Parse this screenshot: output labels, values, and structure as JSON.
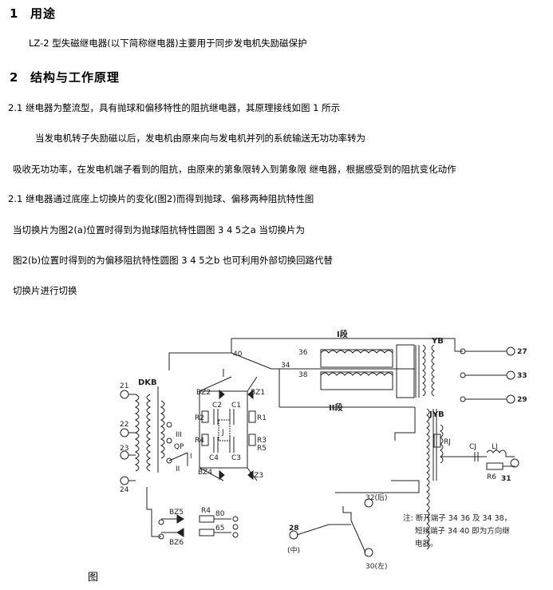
{
  "section1": {
    "number": "1",
    "title": "用途"
  },
  "para1": "LZ-2 型失磁继电器(以下简称继电器)主要用于同步发电机失励磁保护",
  "section2": {
    "number": "2",
    "title": "结构与工作原理"
  },
  "lines": [
    "2.1 继电器为整流型，具有抛球和偏移特性的阻抗继电器，其原理接线如图 1 所示",
    "当发电机转子失励磁以后，发电机由原来向与发电机并列的系统输送无功功率转为",
    "吸收无功功率，在发电机端子看到的阻抗，由原来的第象限转入到第象限 继电器，根据感受到的阻抗变化动作",
    "2.1 继电器通过底座上切换片的变化(图2)而得到抛球、偏移两种阻抗特性图",
    "当切换片为图2(a)位置时得到为抛球阻抗特性圆图 3 4 5之a 当切换片为",
    "图2(b)位置时得到的为偏移阻抗特性圆图 3 4 5之b 也可利用外部切换回路代替",
    "切换片进行切换"
  ],
  "diagram": {
    "section_I": "I段",
    "section_II": "II段",
    "YB": "YB",
    "JYB": "JYB",
    "DKB": "DKB",
    "QP": "QP",
    "roman_III": "III",
    "roman_II": "II",
    "roman_I": "I",
    "terminals": {
      "t21": "21",
      "t22": "22",
      "t23": "23",
      "t24": "24",
      "t27": "27",
      "t29": "29",
      "t31": "31",
      "t33": "33",
      "t34": "34",
      "t36": "36",
      "t38": "38",
      "t40": "40",
      "t28": "28",
      "t30": "30(左)",
      "t32": "32(后)",
      "mid": "(中)"
    },
    "components": {
      "BZ1": "BZ1",
      "BZ2": "BZ2",
      "BZ3": "BZ3",
      "BZ4": "BZ4",
      "R1": "R1",
      "R2": "R2",
      "R3": "R3",
      "R4": "R4",
      "R5": "R5",
      "R6": "R6",
      "C1": "C1",
      "C2": "C2",
      "C3": "C3",
      "C4": "C4",
      "J": "J",
      "RJ": "RJ",
      "CJ": "CJ",
      "LJ": "LJ",
      "BZ5": "BZ5",
      "BZ6": "BZ6",
      "R4b": "R4",
      "val80": "80",
      "val65": "65"
    },
    "note": [
      "注: 断开端子 34 36 及 34 38，",
      "短接端子 34 40 即为方向继",
      "电器。"
    ]
  },
  "figure_caption": "图"
}
